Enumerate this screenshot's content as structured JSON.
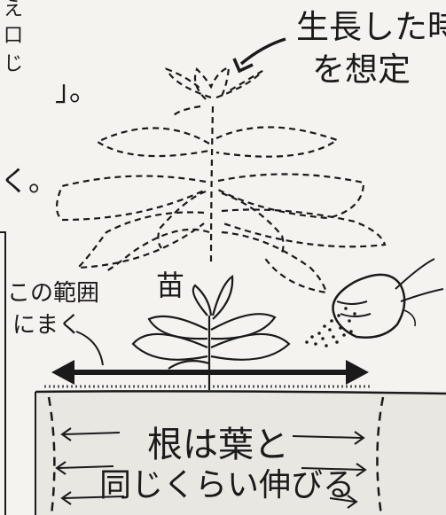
{
  "labels": {
    "grown_line1": "生長した時",
    "grown_line2": "を想定",
    "seedling": "苗",
    "range_line1": "この範囲",
    "range_line2": "にまく",
    "roots_line1": "根は葉と",
    "roots_line2": "同じくらい伸びる"
  },
  "edge_fragments": {
    "top_a": "え",
    "top_b": "口",
    "top_c": "じ",
    "bracket": "」。",
    "ku": "く。"
  },
  "colors": {
    "paper": "#f4f3f0",
    "ink": "#1a1a1a",
    "soil": "#e9e7e2"
  }
}
